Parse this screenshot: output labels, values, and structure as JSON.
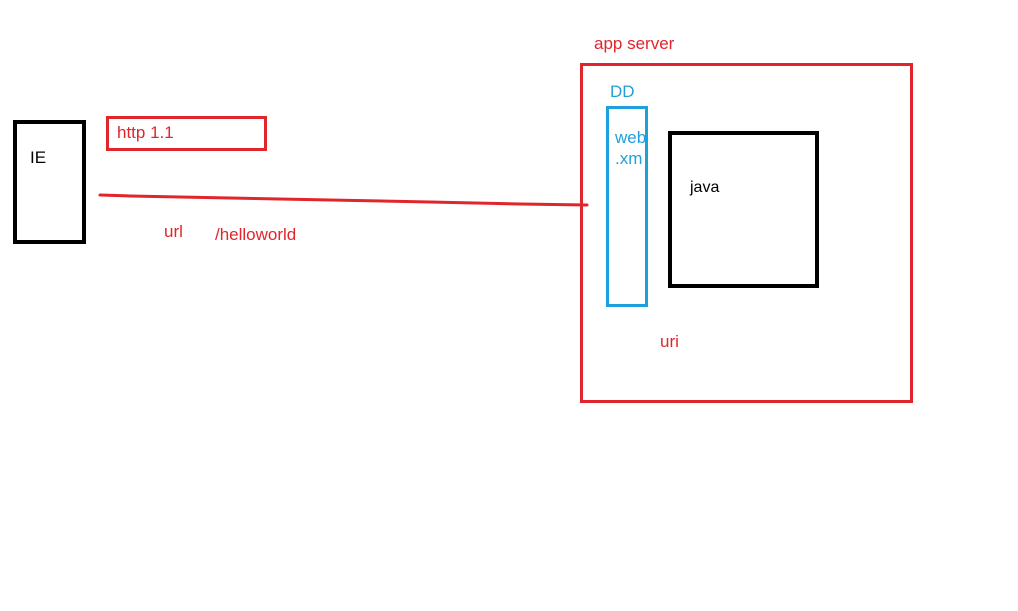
{
  "diagram": {
    "client": {
      "label": "IE"
    },
    "protocol": {
      "label": "http 1.1"
    },
    "request": {
      "url_label": "url",
      "path": "/helloworld"
    },
    "server": {
      "label": "app server",
      "deployment_descriptor": {
        "label": "DD",
        "file_line1": "web",
        "file_line2": ".xm"
      },
      "component": {
        "label": "java"
      },
      "uri_label": "uri"
    }
  },
  "colors": {
    "red": "#e0252b",
    "blue": "#1fa0dc",
    "black": "#000000"
  }
}
